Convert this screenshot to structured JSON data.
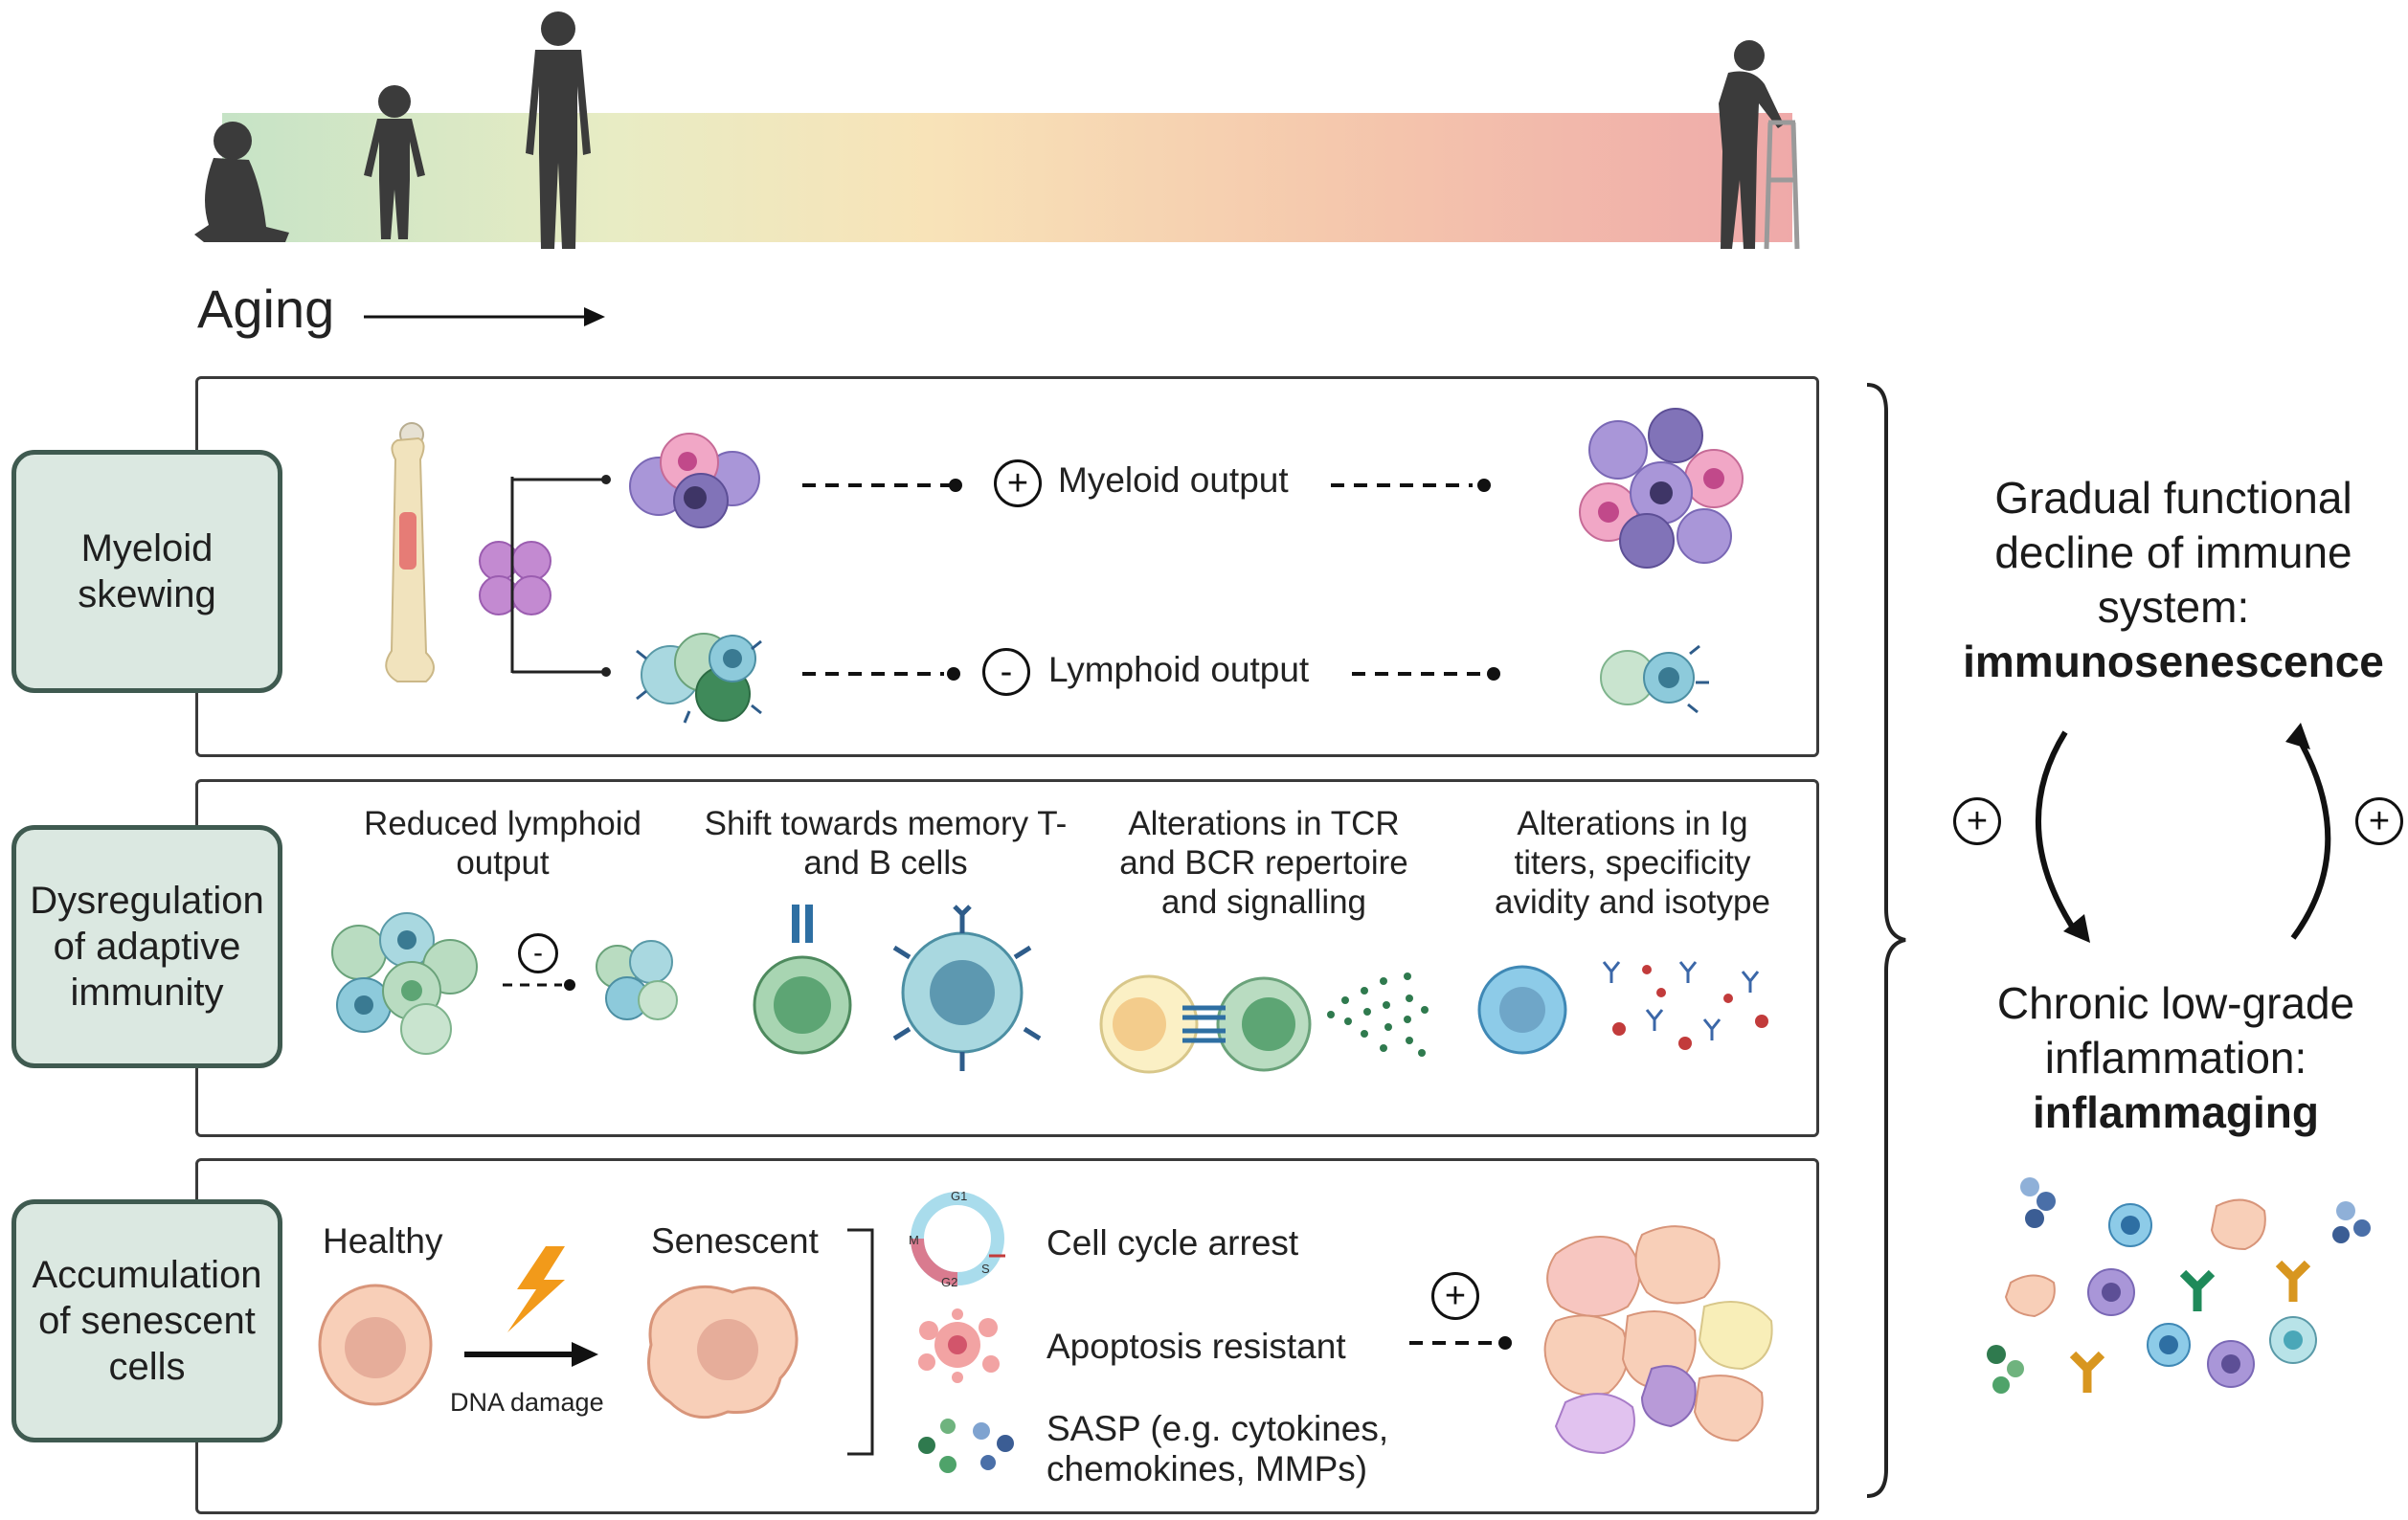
{
  "aging": {
    "label": "Aging"
  },
  "panels": {
    "myeloid": {
      "label": "Myeloid skewing",
      "myeloid_output": "Myeloid output",
      "myeloid_sign": "+",
      "lymphoid_output": "Lymphoid output",
      "lymphoid_sign": "-"
    },
    "adaptive": {
      "label": "Dysregulation of adaptive immunity",
      "items": [
        {
          "caption": "Reduced lymphoid output",
          "sign": "-"
        },
        {
          "caption": "Shift towards memory T-  and B cells"
        },
        {
          "caption": "Alterations in TCR and BCR repertoire and signalling"
        },
        {
          "caption": "Alterations in Ig titers, specificity avidity and isotype"
        }
      ]
    },
    "senescent": {
      "label": "Accumulation of senescent cells",
      "healthy": "Healthy",
      "senescent": "Senescent",
      "dna_damage": "DNA damage",
      "features": [
        "Cell cycle arrest",
        "Apoptosis resistant",
        "SASP (e.g. cytokines, chemokines, MMPs)"
      ],
      "cycle_phases": [
        "G1",
        "S",
        "G2",
        "M"
      ],
      "sign": "+"
    }
  },
  "right": {
    "immuno_text": "Gradual functional decline of immune system:",
    "immuno_bold": "immunosenescence",
    "inflamm_text": "Chronic low-grade inflammation:",
    "inflamm_bold": "inflammaging",
    "left_sign": "+",
    "right_sign": "+"
  },
  "colors": {
    "label_fill": "#dbe8e1",
    "label_border": "#3f5a50",
    "gradient": [
      "#c9e4c9",
      "#f8e1b8",
      "#eeaeae"
    ]
  },
  "icons": [
    "baby-icon",
    "toddler-icon",
    "adult-icon",
    "elderly-walker-icon",
    "bone-icon",
    "stem-cell-icon",
    "lightning-icon"
  ]
}
